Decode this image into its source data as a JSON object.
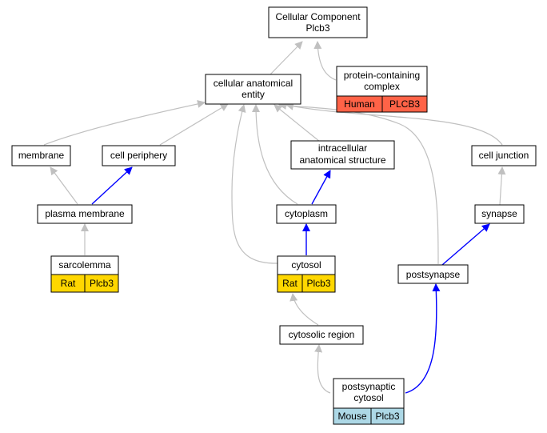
{
  "graph": {
    "root": {
      "line1": "Cellular Component",
      "line2": "Plcb3"
    },
    "nodes": {
      "cellular_anatomical_entity": {
        "line1": "cellular anatomical",
        "line2": "entity"
      },
      "protein_containing_complex": {
        "line1": "protein-containing",
        "line2": "complex"
      },
      "membrane": {
        "label": "membrane"
      },
      "cell_periphery": {
        "label": "cell periphery"
      },
      "intracellular_anatomical_structure": {
        "line1": "intracellular",
        "line2": "anatomical structure"
      },
      "cell_junction": {
        "label": "cell junction"
      },
      "plasma_membrane": {
        "label": "plasma membrane"
      },
      "cytoplasm": {
        "label": "cytoplasm"
      },
      "synapse": {
        "label": "synapse"
      },
      "sarcolemma": {
        "label": "sarcolemma"
      },
      "cytosol": {
        "label": "cytosol"
      },
      "postsynapse": {
        "label": "postsynapse"
      },
      "cytosolic_region": {
        "label": "cytosolic region"
      },
      "postsynaptic_cytosol": {
        "line1": "postsynaptic",
        "line2": "cytosol"
      }
    },
    "annotations": {
      "protein_containing_complex": {
        "species": "Human",
        "gene": "PLCB3",
        "color": "#ff6347"
      },
      "sarcolemma": {
        "species": "Rat",
        "gene": "Plcb3",
        "color": "#ffd700"
      },
      "cytosol": {
        "species": "Rat",
        "gene": "Plcb3",
        "color": "#ffd700"
      },
      "postsynaptic_cytosol": {
        "species": "Mouse",
        "gene": "Plcb3",
        "color": "#add8e6"
      }
    },
    "edge_colors": {
      "is_a": "#c0c0c0",
      "part_of": "#0000ff"
    }
  }
}
